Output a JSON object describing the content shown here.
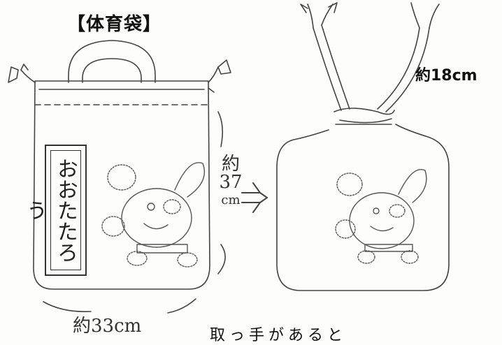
{
  "title": "【体育袋】",
  "size_label": "約18cm",
  "caption": "取っ手があると",
  "handwritten": {
    "height_label": [
      "約",
      "37",
      "cm"
    ],
    "width_label": "約33cm",
    "name": "おおたたろう"
  }
}
